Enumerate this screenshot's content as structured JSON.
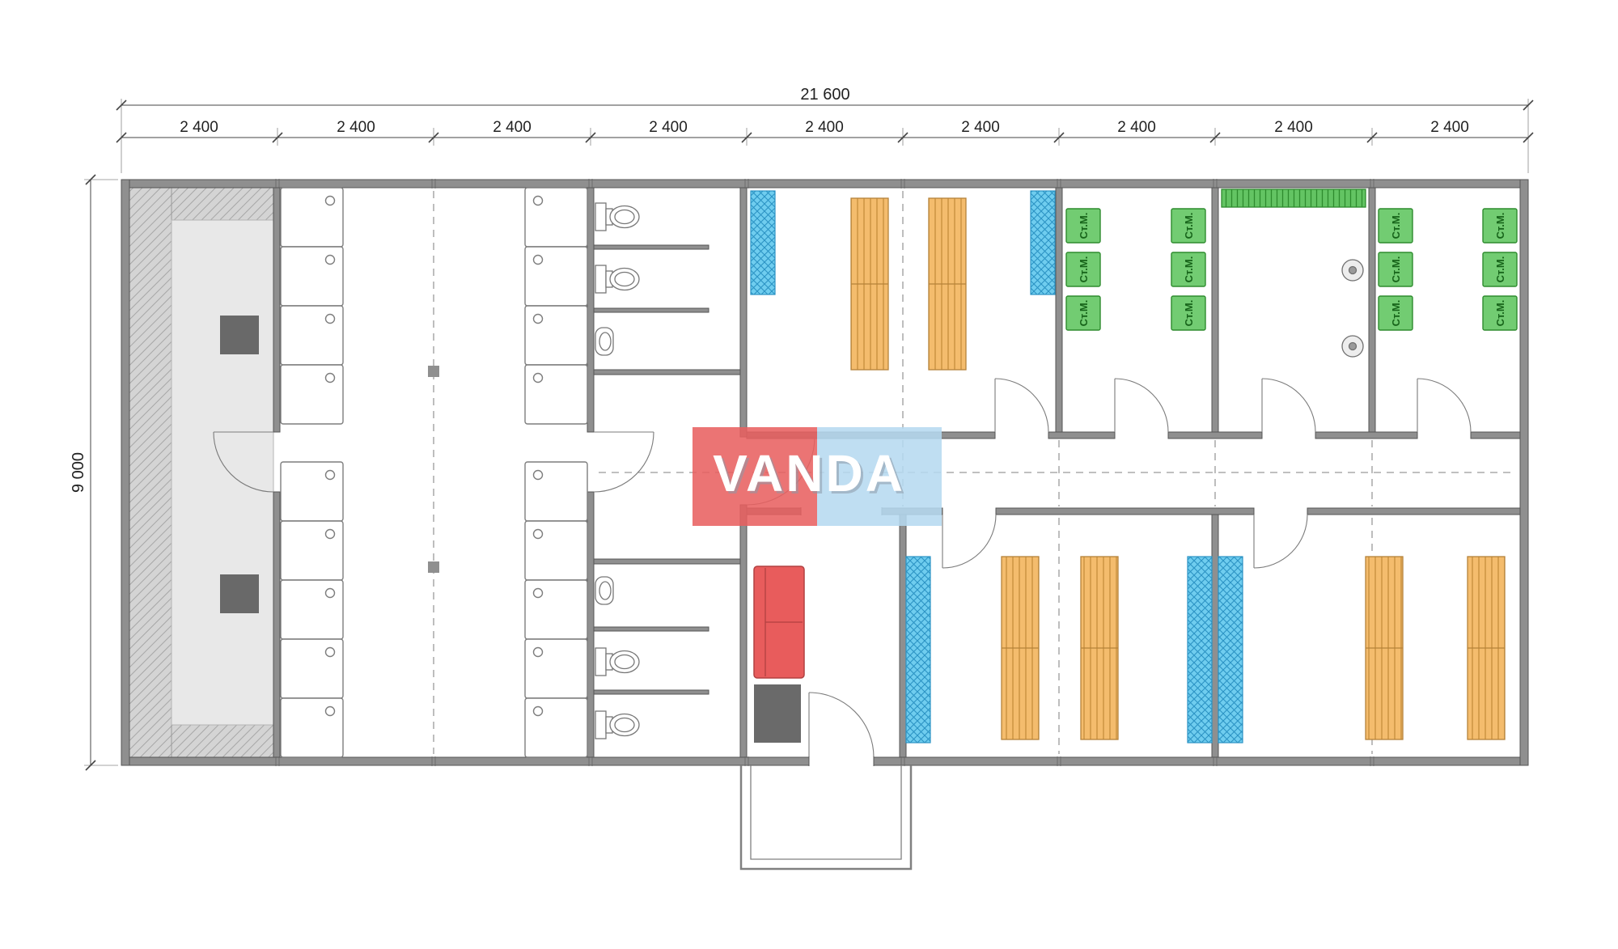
{
  "drawing": {
    "type": "modular-building-floor-plan",
    "watermark_text": "VANDA"
  },
  "dimensions": {
    "total_width_label": "21 600",
    "total_height_label": "9 000",
    "segment_labels": [
      "2 400",
      "2 400",
      "2 400",
      "2 400",
      "2 400",
      "2 400",
      "2 400",
      "2 400",
      "2 400"
    ]
  },
  "equipment_labels": {
    "washing_machine": "Ст.М."
  },
  "colors": {
    "wall_gray": "#8f8f8f",
    "locker_blue": "#6fcdef",
    "bunk_orange": "#f4bc6d",
    "machine_green": "#72cc72",
    "rack_green": "#63c463",
    "sofa_red": "#e85c5c",
    "watermark_red": "#e85f5f",
    "watermark_blue": "#b5d9f0"
  }
}
